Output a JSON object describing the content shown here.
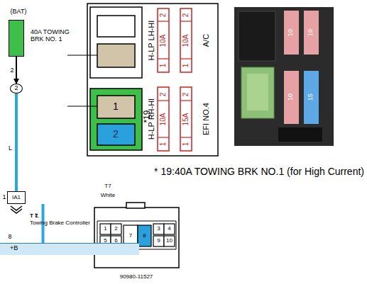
{
  "diagram": {
    "caption": "* 19:40A TOWING BRK NO.1 (for High Current)",
    "nodes": [
      {
        "text": [
          "40A TOWING BRK NO. 1"
        ]
      },
      {
        "text": [
          "2"
        ]
      },
      {
        "text": [
          "IA1"
        ]
      },
      {
        "text": [
          "T 7",
          "Towing Brake Controller",
          "+B"
        ]
      }
    ],
    "edges": [
      {
        "from": 0,
        "to": 1,
        "arrow": "to"
      },
      {
        "from": 1,
        "to": 2,
        "arrow": "none",
        "label": "L"
      },
      {
        "from": 2,
        "to": 3,
        "arrow": "none",
        "label": "L"
      }
    ],
    "labels": [
      "(BAT)",
      "2",
      "1",
      "8",
      "1",
      "2",
      "*19",
      "H-LP LH-HI",
      "1",
      "10A",
      "2",
      "1",
      "10A",
      "2",
      "A/C",
      "H-LP RH-HI",
      "1",
      "10A",
      "2",
      "1",
      "15A",
      "2",
      "EFI NO.4",
      "10",
      "10",
      "10",
      "15",
      "T7",
      "White",
      "1",
      "2",
      "5",
      "6",
      "7",
      "8",
      "9",
      "10",
      "3",
      "4",
      "90980-11527"
    ]
  }
}
